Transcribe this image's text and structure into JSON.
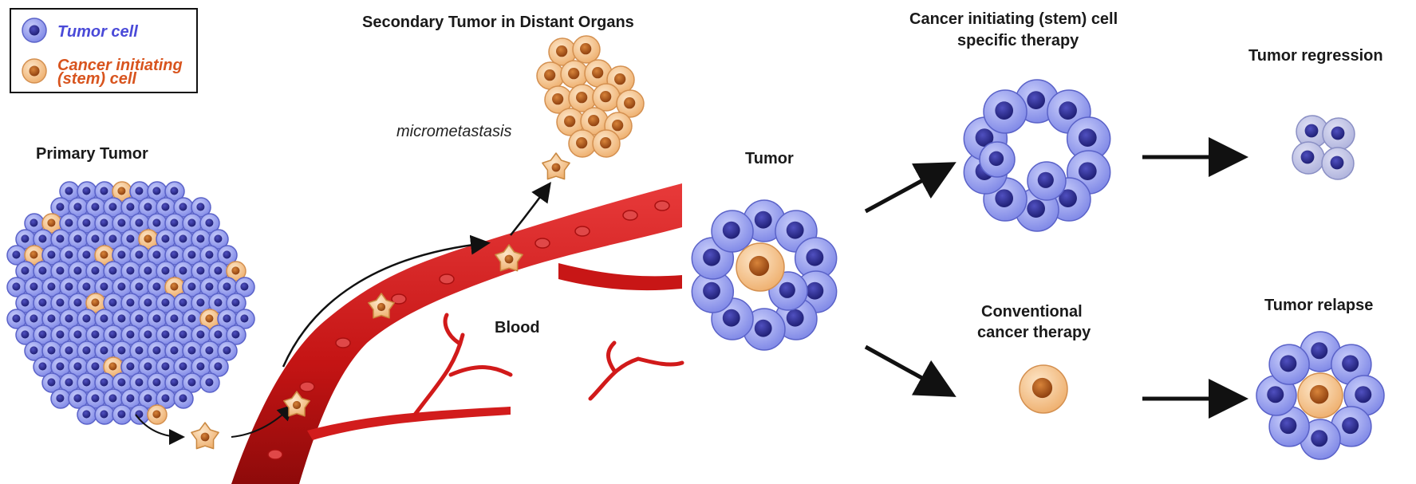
{
  "legend": {
    "tumor_cell": "Tumor cell",
    "cancer_initiating_line1": "Cancer initiating",
    "cancer_initiating_line2": "(stem) cell"
  },
  "left_panel": {
    "primary_tumor": "Primary Tumor",
    "secondary_tumor": "Secondary Tumor in Distant Organs",
    "micrometastasis": "micrometastasis",
    "blood": "Blood"
  },
  "right_panel": {
    "tumor": "Tumor",
    "stem_therapy_line1": "Cancer initiating (stem) cell",
    "stem_therapy_line2": "specific therapy",
    "tumor_regression": "Tumor regression",
    "conventional_line1": "Conventional",
    "conventional_line2": "cancer therapy",
    "tumor_relapse": "Tumor relapse"
  },
  "colors": {
    "tumor_cell_fill": "#9aa3f0",
    "tumor_cell_nucleus": "#2a2a8c",
    "stem_cell_fill": "#f6c996",
    "stem_cell_nucleus": "#b85a1a",
    "vessel": "#d11a1a",
    "legend_tumor_text": "#4a4ad8",
    "legend_stem_text": "#d8541e"
  }
}
